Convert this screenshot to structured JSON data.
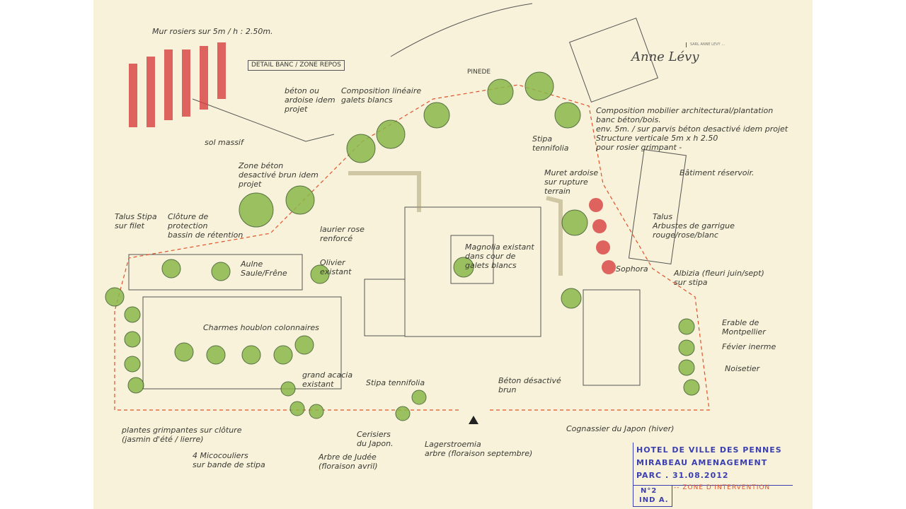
{
  "signature": {
    "name": "Anne Lévy",
    "stamp": "SARL ANNE LEVY ..."
  },
  "labels": {
    "mur_rosiers": "Mur rosiers sur 5m / h : 2.50m.",
    "detail_banc": "DETAIL BANC / ZONE REPOS",
    "pinede": "PINEDE",
    "beton_ardoise": "béton ou\nardoise idem\nprojet",
    "composition_lineaire": "Composition linéaire\ngalets blancs",
    "sol_massif": "sol massif",
    "zone_beton": "Zone béton\ndesactivé brun idem\nprojet",
    "composition_mobilier": "Composition mobilier architectural/plantation\nbanc béton/bois.\nenv. 5m. / sur parvis béton desactivé idem projet\nStructure verticale 5m x h 2.50\npour rosier grimpant -",
    "stipa_tenn_top": "Stipa\ntennifolia",
    "batiment_reservoir": "Bâtiment réservoir.",
    "muret_ardoise": "Muret ardoise\nsur rupture\nterrain",
    "talus_stipa": "Talus Stipa\nsur filet",
    "cloture": "Clôture de\nprotection\nbassin de rétention",
    "laurier": "laurier rose\nrenforcé",
    "magnolia": "Magnolia existant\ndans cour de\ngalets blancs",
    "talus_arbustes": "Talus\nArbustes de garrigue\nrouge/rose/blanc",
    "sophora": "Sophora",
    "aulne": "Aulne\nSaule/Frêne",
    "olivier": "Olivier\nexistant",
    "albizia": "Albizia (fleuri juin/sept)\nsur stipa",
    "charmes": "Charmes houblon colonnaires",
    "erable": "Erable de\nMontpellier",
    "fevier": "Févier inerme",
    "noisetier": "Noisetier",
    "grand_acacia": "grand acacia\nexistant",
    "stipa_tenn_bottom": "Stipa tennifolia",
    "beton_brun": "Béton désactivé\nbrun",
    "cognassier": "Cognassier du Japon (hiver)",
    "plantes_grimpantes": "plantes grimpantes sur clôture\n(jasmin d'été / lierre)",
    "micocouliers": "4 Micocouliers\nsur bande de stipa",
    "cerisiers": "Cerisiers\ndu Japon.",
    "arbre_judee": "Arbre de Judée\n(floraison avril)",
    "lagerstroemia": "Lagerstroemia\narbre (floraison septembre)"
  },
  "title_block": {
    "line1": "HOTEL DE VILLE DES PENNES",
    "line2": "MIRABEAU AMENAGEMENT",
    "line3": "PARC . 31.08.2012",
    "number": "N°2",
    "index": "IND A.",
    "legend": "-- ZONE D'INTERVENTION"
  },
  "colors": {
    "paper": "#f7f2d9",
    "ink": "#3a3a34",
    "blue": "#3b3fb0",
    "red": "#e0522a",
    "tree": "#8bb84a",
    "rose": "#d94040"
  }
}
